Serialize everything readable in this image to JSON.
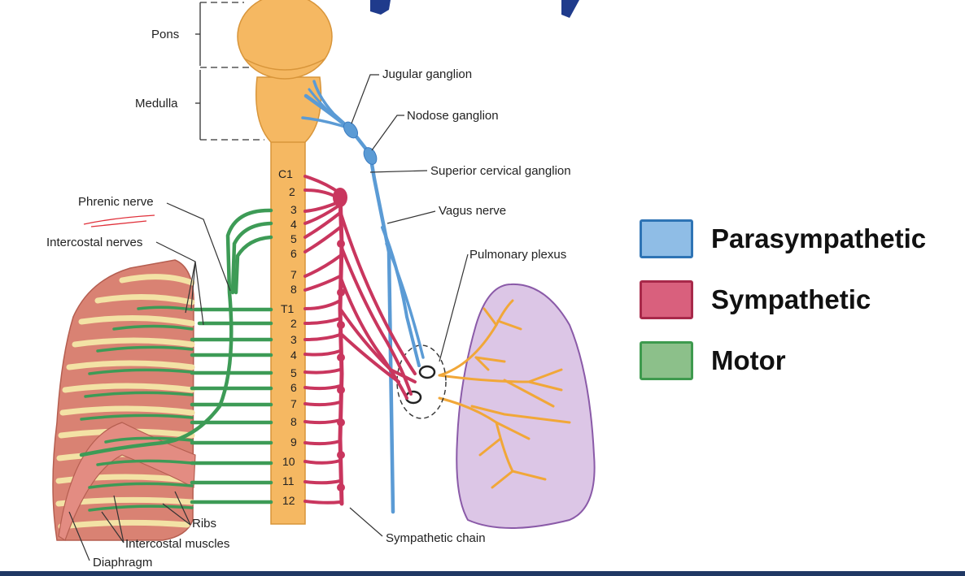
{
  "title_fragment": "",
  "segments": [
    "C1",
    "2",
    "3",
    "4",
    "5",
    "6",
    "7",
    "8",
    "T1",
    "2",
    "3",
    "4",
    "5",
    "6",
    "7",
    "8",
    "9",
    "10",
    "11",
    "12"
  ],
  "labels": {
    "pons": "Pons",
    "medulla": "Medulla",
    "jugular_ganglion": "Jugular ganglion",
    "nodose_ganglion": "Nodose ganglion",
    "superior_cervical_ganglion": "Superior cervical ganglion",
    "vagus_nerve": "Vagus nerve",
    "pulmonary_plexus": "Pulmonary plexus",
    "phrenic_nerve": "Phrenic nerve",
    "intercostal_nerves": "Intercostal nerves",
    "ribs": "Ribs",
    "intercostal_muscles": "Intercostal muscles",
    "diaphragm": "Diaphragm",
    "sympathetic_chain": "Sympathetic chain"
  },
  "legend": [
    {
      "label": "Parasympathetic",
      "fill": "#8fbde6",
      "border": "#2e74b5"
    },
    {
      "label": "Sympathetic",
      "fill": "#d9607d",
      "border": "#a8294a"
    },
    {
      "label": "Motor",
      "fill": "#8cc08a",
      "border": "#3e9a4e"
    }
  ],
  "colors": {
    "parasympathetic": "#5b9bd5",
    "sympathetic": "#c9365e",
    "motor": "#3d9b56",
    "spinal_cord": "#f5b862",
    "rib": "#f3e2a5",
    "muscle": "#d98273",
    "lung": "#dcc6e6",
    "bronchi": "#f1a738",
    "bottom_bar": "#203864"
  }
}
